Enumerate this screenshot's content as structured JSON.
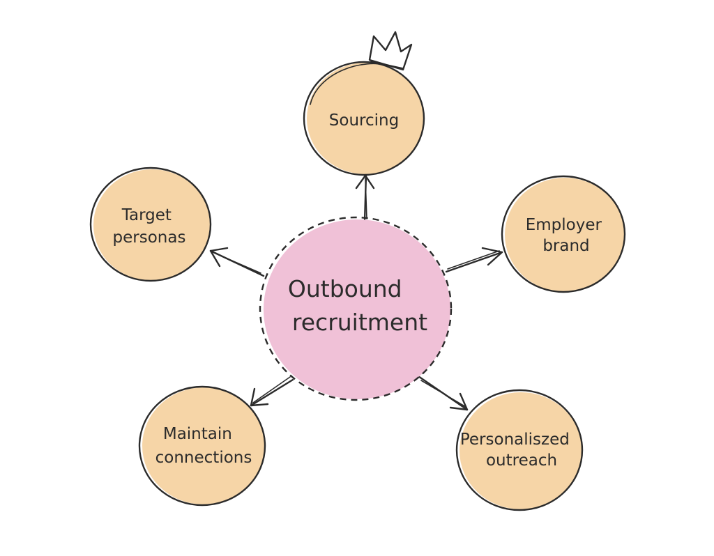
{
  "center": {
    "lines": [
      "Outbound",
      "recruitment"
    ],
    "color": "#f0c1d7"
  },
  "nodes": [
    {
      "id": "sourcing",
      "lines": [
        "Sourcing"
      ],
      "crown": true
    },
    {
      "id": "employer-brand",
      "lines": [
        "Employer",
        "brand"
      ]
    },
    {
      "id": "personalized-outreach",
      "lines": [
        "Personaliszed",
        "outreach"
      ]
    },
    {
      "id": "maintain-connections",
      "lines": [
        "Maintain",
        "connections"
      ]
    },
    {
      "id": "target-personas",
      "lines": [
        "Target",
        "personas"
      ]
    }
  ],
  "colors": {
    "node": "#f6d5a7",
    "ink": "#2b2b2b"
  },
  "icons": [
    "crown-icon"
  ]
}
